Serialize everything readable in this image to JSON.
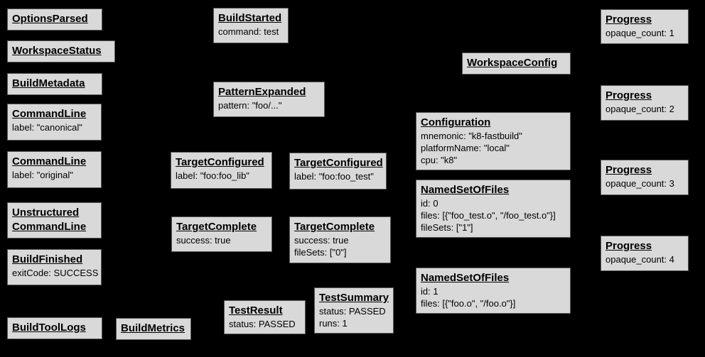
{
  "diagram": {
    "description": "Build event protocol graph: event boxes on black background",
    "colors": {
      "background": "#000000",
      "box_fill": "#d9d9d9",
      "box_border": "#595959",
      "box_text": "#000000"
    },
    "boxes": [
      {
        "id": "options-parsed",
        "title": [
          "OptionsParsed"
        ],
        "fields": []
      },
      {
        "id": "workspace-status",
        "title": [
          "WorkspaceStatus"
        ],
        "fields": []
      },
      {
        "id": "build-metadata",
        "title": [
          "BuildMetadata"
        ],
        "fields": []
      },
      {
        "id": "command-line-canonical",
        "title": [
          "CommandLine"
        ],
        "fields": [
          "label: \"canonical\""
        ]
      },
      {
        "id": "command-line-original",
        "title": [
          "CommandLine"
        ],
        "fields": [
          "label: \"original\""
        ]
      },
      {
        "id": "unstructured-command-line",
        "title": [
          "Unstructured",
          "CommandLine"
        ],
        "fields": []
      },
      {
        "id": "build-finished",
        "title": [
          "BuildFinished"
        ],
        "fields": [
          "exitCode: SUCCESS"
        ]
      },
      {
        "id": "build-tool-logs",
        "title": [
          "BuildToolLogs"
        ],
        "fields": []
      },
      {
        "id": "build-metrics",
        "title": [
          "BuildMetrics"
        ],
        "fields": []
      },
      {
        "id": "build-started",
        "title": [
          "BuildStarted"
        ],
        "fields": [
          "command: test"
        ]
      },
      {
        "id": "pattern-expanded",
        "title": [
          "PatternExpanded"
        ],
        "fields": [
          "pattern: \"foo/...\""
        ]
      },
      {
        "id": "target-configured-lib",
        "title": [
          "TargetConfigured"
        ],
        "fields": [
          "label: \"foo:foo_lib\""
        ]
      },
      {
        "id": "target-complete-lib",
        "title": [
          "TargetComplete"
        ],
        "fields": [
          "success: true"
        ]
      },
      {
        "id": "target-configured-test",
        "title": [
          "TargetConfigured"
        ],
        "fields": [
          "label: \"foo:foo_test\""
        ]
      },
      {
        "id": "target-complete-test",
        "title": [
          "TargetComplete"
        ],
        "fields": [
          "success: true",
          "fileSets: [\"0\"]"
        ]
      },
      {
        "id": "test-result",
        "title": [
          "TestResult"
        ],
        "fields": [
          "status: PASSED"
        ]
      },
      {
        "id": "test-summary",
        "title": [
          "TestSummary"
        ],
        "fields": [
          "status: PASSED",
          "runs: 1"
        ]
      },
      {
        "id": "workspace-config",
        "title": [
          "WorkspaceConfig"
        ],
        "fields": []
      },
      {
        "id": "configuration",
        "title": [
          "Configuration"
        ],
        "fields": [
          "mnemonic: \"k8-fastbuild\"",
          "platformName: \"local\"",
          "cpu: \"k8\""
        ]
      },
      {
        "id": "named-set-of-files-0",
        "title": [
          "NamedSetOfFiles"
        ],
        "fields": [
          "id: 0",
          "files: [{\"foo_test.o\", \"/foo_test.o\"}]",
          "fileSets: [\"1\"]"
        ]
      },
      {
        "id": "named-set-of-files-1",
        "title": [
          "NamedSetOfFiles"
        ],
        "fields": [
          "id: 1",
          "files: [{\"foo.o\", \"/foo.o\"}]"
        ]
      },
      {
        "id": "progress-1",
        "title": [
          "Progress"
        ],
        "fields": [
          "opaque_count: 1"
        ]
      },
      {
        "id": "progress-2",
        "title": [
          "Progress"
        ],
        "fields": [
          "opaque_count: 2"
        ]
      },
      {
        "id": "progress-3",
        "title": [
          "Progress"
        ],
        "fields": [
          "opaque_count: 3"
        ]
      },
      {
        "id": "progress-4",
        "title": [
          "Progress"
        ],
        "fields": [
          "opaque_count: 4"
        ]
      }
    ]
  }
}
